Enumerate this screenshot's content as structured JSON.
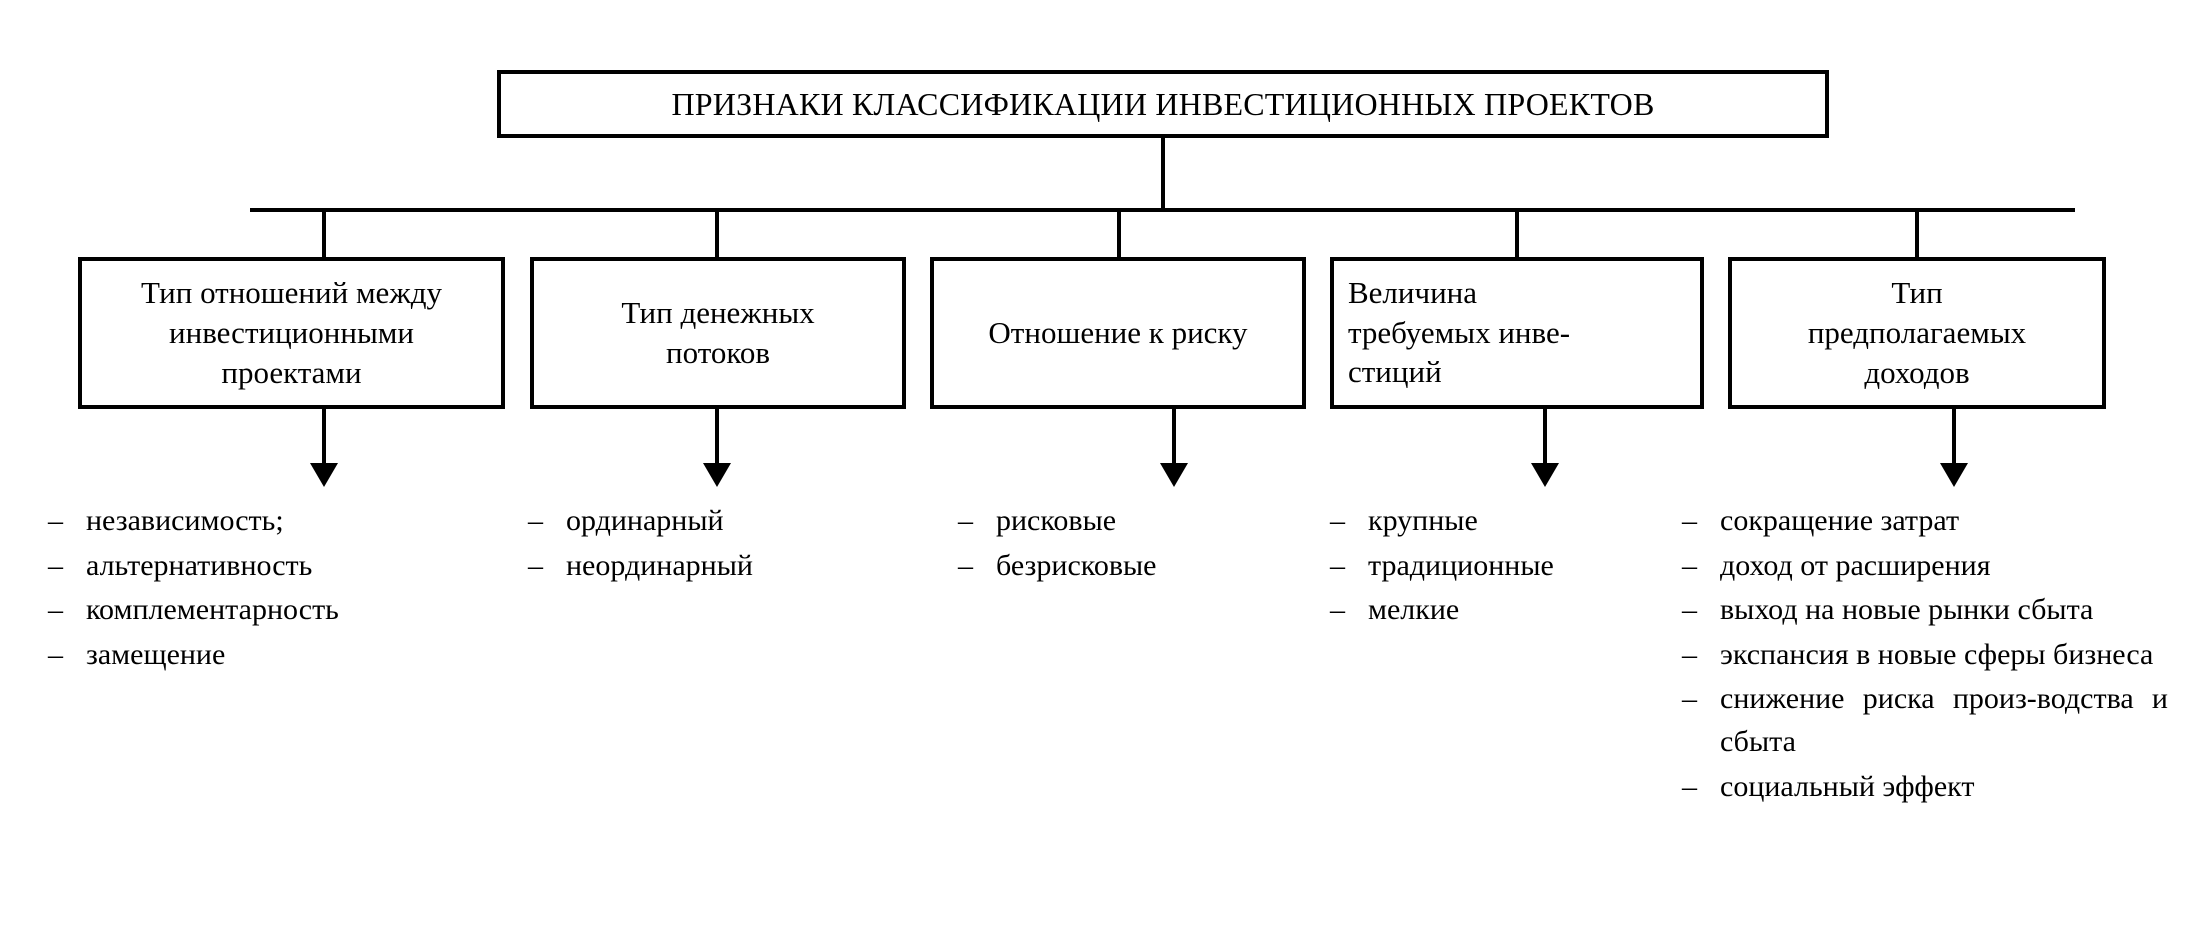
{
  "diagram": {
    "title": "ПРИЗНАКИ КЛАССИФИКАЦИИ ИНВЕСТИЦИОННЫХ ПРОЕКТОВ",
    "branches": [
      {
        "id": "branch-relations",
        "heading": "Тип отношений между\nинвестиционными\nпроектами",
        "dash": "–",
        "items": [
          "независимость;",
          "альтернативность",
          "комплементарность",
          "замещение"
        ]
      },
      {
        "id": "branch-cashflows",
        "heading": "Тип денежных\nпотоков",
        "dash": "–",
        "items": [
          "ординарный",
          "неординарный"
        ]
      },
      {
        "id": "branch-risk",
        "heading": "Отношение к риску",
        "dash": "–",
        "items": [
          "рисковые",
          "безрисковые"
        ]
      },
      {
        "id": "branch-investment-size",
        "heading": "Величина\nтребуемых инве-\nстиций",
        "dash": "–",
        "items": [
          "крупные",
          "традиционные",
          "мелкие"
        ]
      },
      {
        "id": "branch-income-type",
        "heading": "Тип\nпредполагаемых\nдоходов",
        "dash": "–",
        "items": [
          "сокращение затрат",
          "доход от расширения",
          "выход на новые рынки сбыта",
          "экспансия в новые сферы бизнеса",
          "снижение риска произ-водства и сбыта",
          "социальный эффект"
        ]
      }
    ],
    "colors": {
      "line": "#000000",
      "text": "#000000",
      "background": "#ffffff"
    }
  }
}
